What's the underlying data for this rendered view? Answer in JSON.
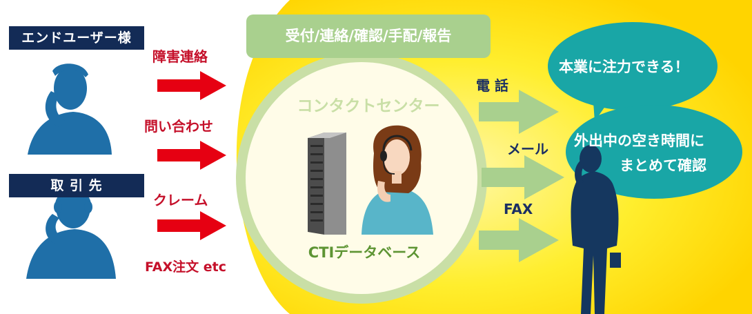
{
  "colors": {
    "navy": "#132b56",
    "red_arrow": "#e60012",
    "red_text": "#c5102a",
    "green_ring": "#c9dfa6",
    "green_arrow": "#a9d08e",
    "teal": "#19a6a6",
    "blue_figure": "#1f6fa8",
    "dark_figure": "#15375f",
    "yellow": "#ffe600"
  },
  "senders": {
    "end_user": "エンドユーザー様",
    "partner": "取 引 先"
  },
  "inputs": {
    "failure_report": "障害連絡",
    "inquiry": "問い合わせ",
    "complaint": "クレーム",
    "fax_order": "FAX注文 etc"
  },
  "tasks": "受付/連絡/確認/手配/報告",
  "center": {
    "title": "コンタクトセンター",
    "database": "CTIデータベース"
  },
  "outputs": {
    "phone": "電 話",
    "mail": "メール",
    "fax": "FAX"
  },
  "bubbles": {
    "focus": "本業に注力できる！",
    "free_time_line1": "外出中の空き時間に",
    "free_time_line2": "まとめて確認"
  },
  "icons": [
    "end-user-silhouette-icon",
    "partner-silhouette-icon",
    "server-rack-icon",
    "operator-headset-icon",
    "businessman-silhouette-icon"
  ]
}
